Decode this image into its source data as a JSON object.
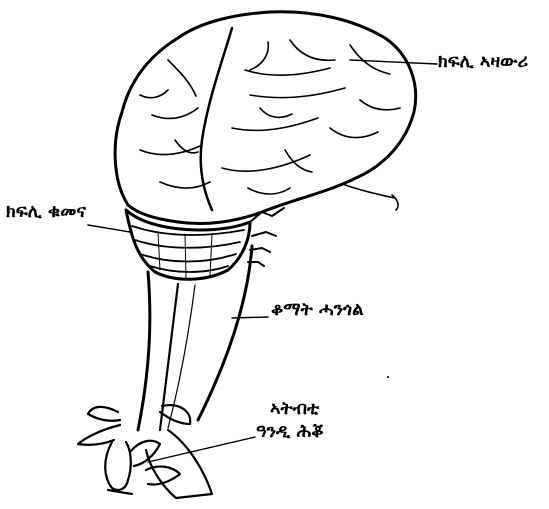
{
  "labels": {
    "cerebrum": "ክፍሊ ኣዛውሪ",
    "cerebellum": "ክፍሊ ቁመና",
    "spinal_cord": "ቆማት ሓንጎል",
    "coccyx_line1": "ኣትብቲ",
    "coccyx_line2": "ዓንዲ ሕቖ"
  }
}
